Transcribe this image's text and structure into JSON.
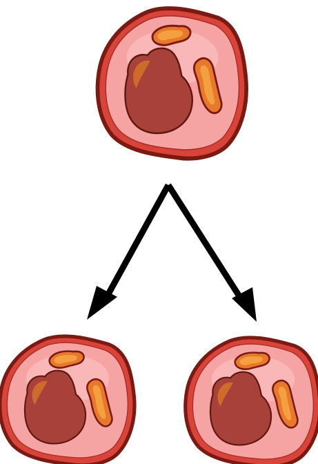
{
  "diagram": {
    "type": "cell-division",
    "parent_count": 1,
    "daughter_count": 2,
    "colors": {
      "membrane_outer": "#7a1a12",
      "membrane_fill": "#d9443a",
      "cytoplasm": "#f5a3a3",
      "cytoplasm_highlight": "#fbc4c4",
      "nucleus_fill": "#a8413a",
      "nucleus_stroke": "#5e160f",
      "nucleus_highlight": "#d8742a",
      "organelle_fill": "#e8782c",
      "organelle_core": "#f4a040",
      "organelle_stroke": "#7a1a12",
      "arrow": "#000000"
    }
  }
}
